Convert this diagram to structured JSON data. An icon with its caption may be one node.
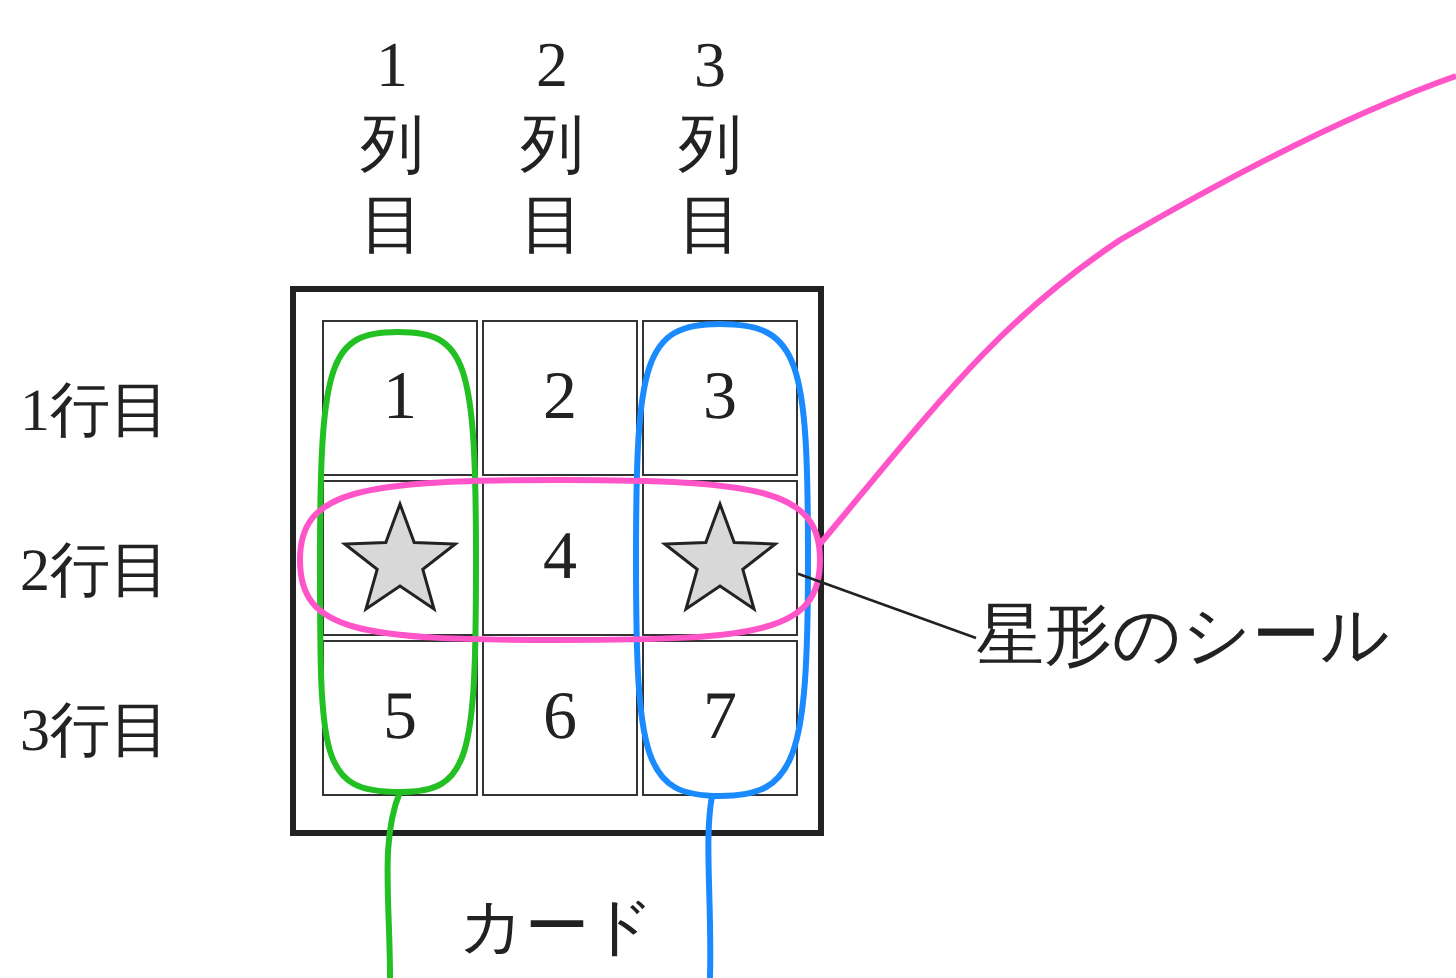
{
  "diagram": {
    "nodes": [
      {
        "text": [
          "カード"
        ]
      },
      {
        "text": [
          "1"
        ],
        "in": 0
      },
      {
        "text": [
          "2"
        ],
        "in": 0
      },
      {
        "text": [
          "3"
        ],
        "in": 0
      },
      {
        "text": [],
        "shape": "star",
        "in": 0
      },
      {
        "text": [
          "4"
        ],
        "in": 0
      },
      {
        "text": [],
        "shape": "star",
        "in": 0
      },
      {
        "text": [
          "5"
        ],
        "in": 0
      },
      {
        "text": [
          "6"
        ],
        "in": 0
      },
      {
        "text": [
          "7"
        ],
        "in": 0
      },
      {
        "text": [
          "星形のシール"
        ]
      }
    ],
    "edges": [
      {
        "from": 10,
        "to": 6,
        "arrow": "none"
      }
    ],
    "labels": [
      "1列目",
      "2列目",
      "3列目",
      "1行目",
      "2行目",
      "3行目"
    ]
  }
}
